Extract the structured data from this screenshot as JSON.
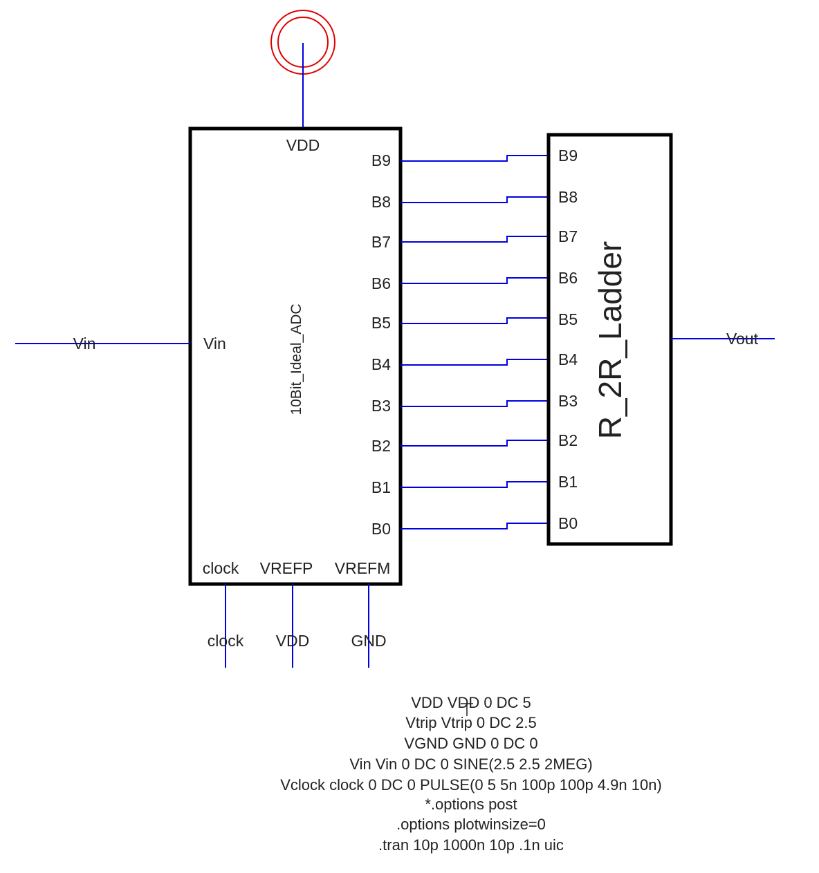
{
  "colors": {
    "wire": "#0000e0",
    "block_border": "#000000",
    "supply_symbol": "#e00000",
    "text": "#222222"
  },
  "adc": {
    "name": "10Bit_Ideal_ADC",
    "pins": {
      "vdd": "VDD",
      "vin": "Vin",
      "clock": "clock",
      "vrefp": "VREFP",
      "vrefm": "VREFM"
    },
    "outputs": [
      "B9",
      "B8",
      "B7",
      "B6",
      "B5",
      "B4",
      "B3",
      "B2",
      "B1",
      "B0"
    ]
  },
  "dac": {
    "name": "R_2R_Ladder",
    "inputs": [
      "B9",
      "B8",
      "B7",
      "B6",
      "B5",
      "B4",
      "B3",
      "B2",
      "B1",
      "B0"
    ]
  },
  "nets": {
    "vin": "Vin",
    "vout": "Vout",
    "clock": "clock",
    "vdd": "VDD",
    "gnd": "GND"
  },
  "supply_symbol": "vdd-supply-icon",
  "netlist": [
    "VDD VDD 0 DC 5",
    "Vtrip Vtrip 0 DC 2.5",
    "VGND GND 0 DC 0",
    "Vin Vin 0 DC 0 SINE(2.5 2.5 2MEG)",
    "Vclock clock 0 DC 0 PULSE(0 5 5n 100p 100p 4.9n 10n)",
    "*.options post",
    ".options plotwinsize=0",
    ".tran 10p 1000n 10p .1n uic"
  ]
}
